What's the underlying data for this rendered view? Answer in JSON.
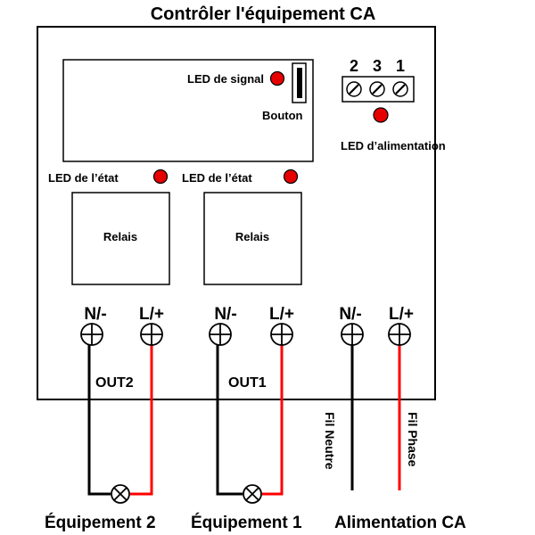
{
  "title": "Contrôler l'équipement CA",
  "control": {
    "signal_led": "LED de signal",
    "button": "Bouton",
    "power_led": "LED d’alimentation",
    "pin_numbers": [
      "2",
      "3",
      "1"
    ]
  },
  "relays": [
    {
      "state_led": "LED de l’état",
      "label": "Relais",
      "output": "OUT2"
    },
    {
      "state_led": "LED de l’état",
      "label": "Relais",
      "output": "OUT1"
    }
  ],
  "terminals": {
    "n": "N/-",
    "l": "L/+"
  },
  "wires": {
    "neutral": "Fil Neutre",
    "phase": "Fil Phase"
  },
  "bottom": {
    "equipment2": "Équipement 2",
    "equipment1": "Équipement 1",
    "power": "Alimentation CA"
  },
  "colors": {
    "led": "#e60000",
    "phase_wire": "#ff0000",
    "neutral_wire": "#000000",
    "board_outline": "#000000"
  }
}
